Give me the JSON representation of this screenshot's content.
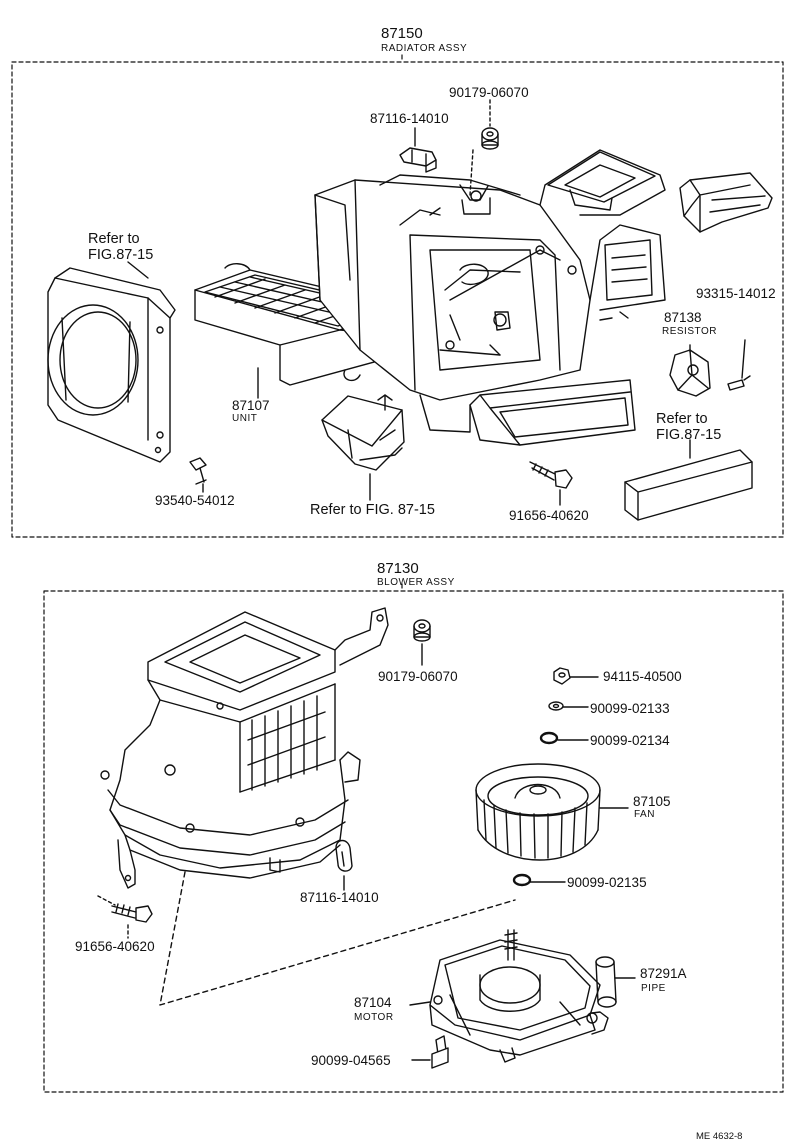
{
  "sections": {
    "radiator": {
      "part_no": "87150",
      "name": "RADIATOR ASSY",
      "parts": [
        {
          "no": "90179-06070"
        },
        {
          "no": "87116-14010"
        },
        {
          "no": "93315-14012"
        },
        {
          "no": "87138",
          "desc": "RESISTOR"
        },
        {
          "no": "87107",
          "desc": "UNIT"
        },
        {
          "no": "93540-54012"
        },
        {
          "no": "91656-40620"
        }
      ],
      "refs": [
        "Refer to\nFIG.87-15",
        "Refer to FIG. 87-15",
        "Refer to\nFIG.87-15"
      ]
    },
    "blower": {
      "part_no": "87130",
      "name": "BLOWER ASSY",
      "parts": [
        {
          "no": "90179-06070"
        },
        {
          "no": "94115-40500"
        },
        {
          "no": "90099-02133"
        },
        {
          "no": "90099-02134"
        },
        {
          "no": "87105",
          "desc": "FAN"
        },
        {
          "no": "90099-02135"
        },
        {
          "no": "87116-14010"
        },
        {
          "no": "91656-40620"
        },
        {
          "no": "87291A",
          "desc": "PIPE"
        },
        {
          "no": "87104",
          "desc": "MOTOR"
        },
        {
          "no": "90099-04565"
        }
      ]
    }
  },
  "figure_code": "ME 4632-8"
}
